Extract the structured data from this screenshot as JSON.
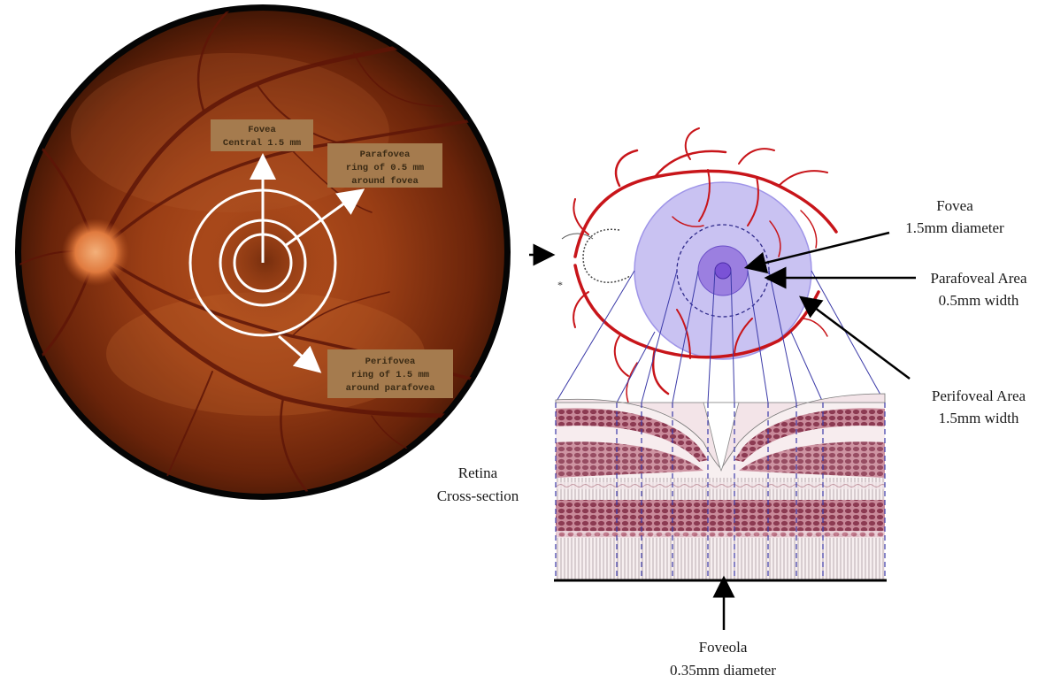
{
  "fundus": {
    "fovea_box": {
      "line1": "Fovea",
      "line2": "Central 1.5 mm"
    },
    "parafovea_box": {
      "line1": "Parafovea",
      "line2": "ring of 0.5 mm",
      "line3": "around fovea"
    },
    "perifovea_box": {
      "line1": "Perifovea",
      "line2": "ring of 1.5 mm",
      "line3": "around parafovea"
    }
  },
  "diagram": {
    "fovea": {
      "line1": "Fovea",
      "line2": "1.5mm diameter"
    },
    "parafoveal": {
      "line1": "Parafoveal Area",
      "line2": "0.5mm width"
    },
    "perifoveal": {
      "line1": "Perifoveal Area",
      "line2": "1.5mm width"
    },
    "cross_section": {
      "line1": "Retina",
      "line2": "Cross-section"
    },
    "foveola": {
      "line1": "Foveola",
      "line2": "0.35mm diameter"
    }
  },
  "colors": {
    "fundus_center": "#a8441c",
    "fundus_edge": "#3a1405",
    "vessel": "#c8151a",
    "disc_circle": "#9f95e8",
    "label_box": "#a57b4e"
  }
}
